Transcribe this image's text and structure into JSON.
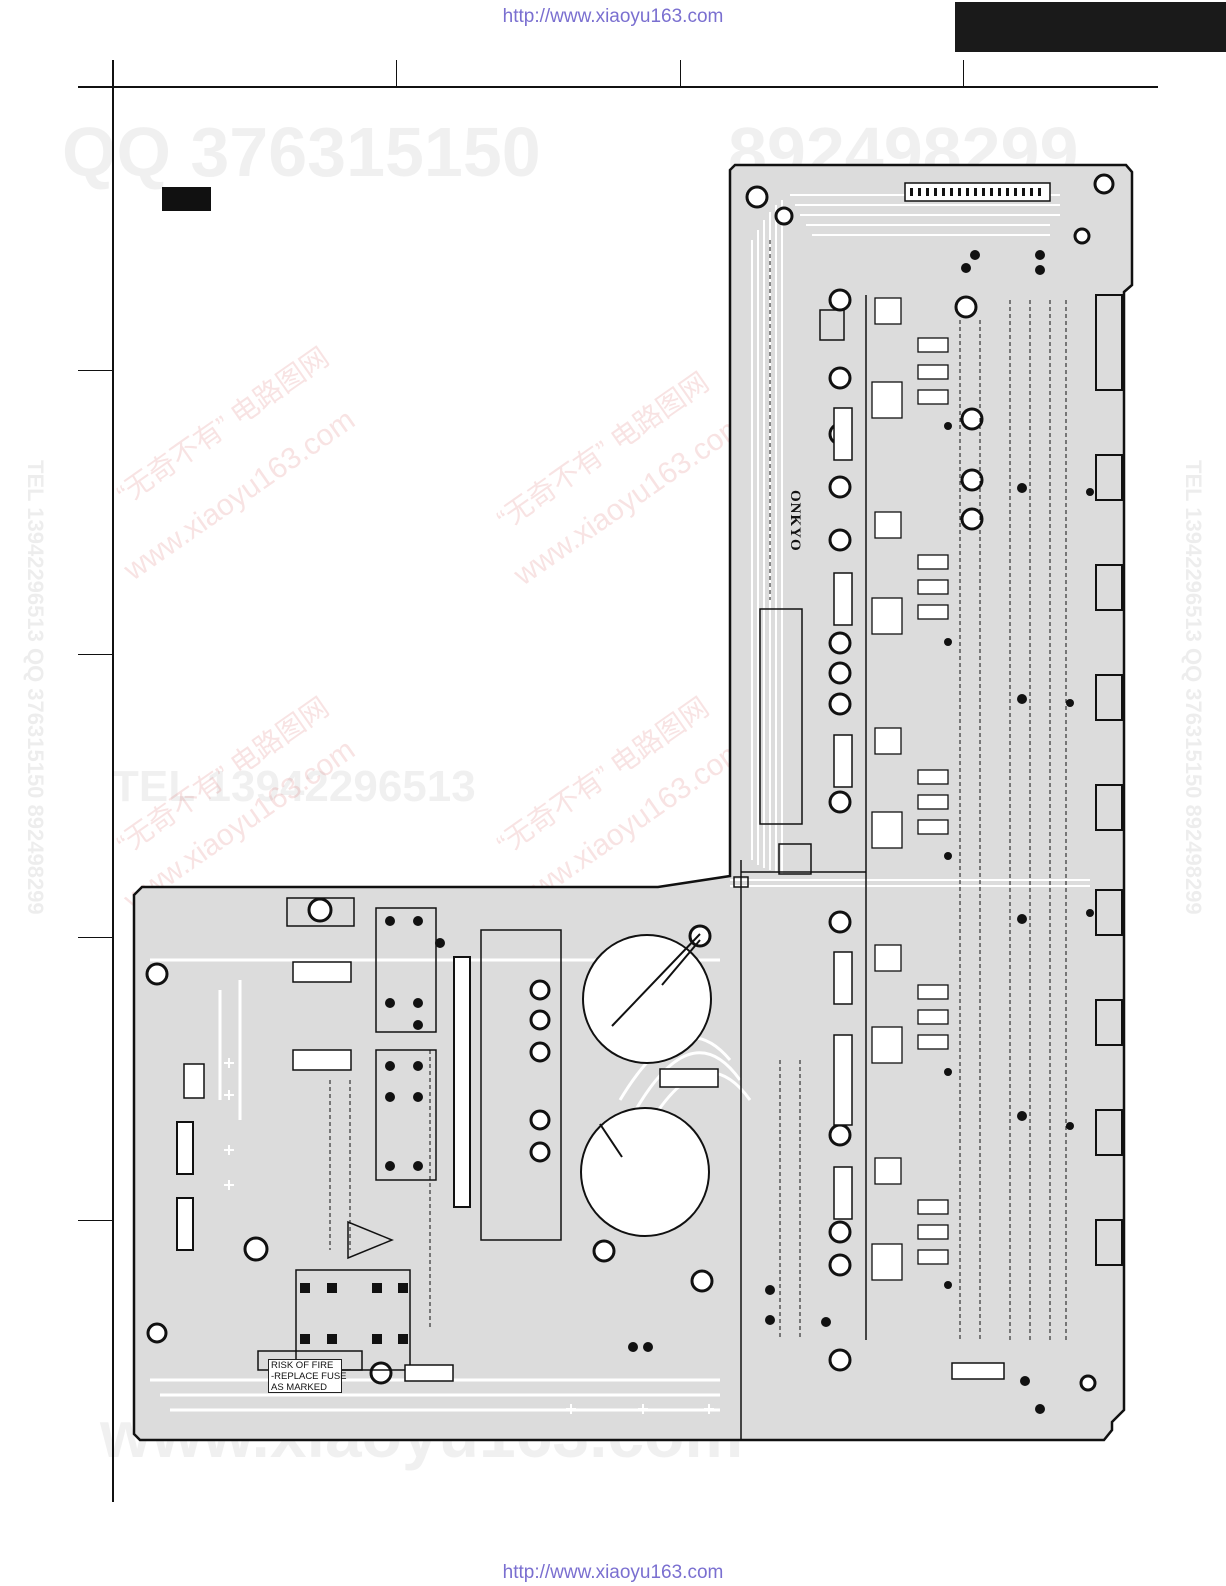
{
  "header": {
    "url_top": "http://www.xiaoyu163.com",
    "url_bottom": "http://www.xiaoyu163.com"
  },
  "watermarks": {
    "qq_top_left": "QQ 376315150",
    "qq_top_right": "892498299",
    "phone_mid": "TEL 13942296513",
    "site_bottom": "www.xiaoyu163.com",
    "diag_cn": "“无奇不有” 电路图网",
    "diag_url": "www.xiaoyu163.com",
    "side_left": "TEL 13942296513 QQ 376315150 892498299",
    "side_right": "TEL 13942296513 QQ 376315150 892498299"
  },
  "board": {
    "brand": "ONKYO",
    "warning_lines": [
      "RISK OF FIRE",
      "-REPLACE FUSE",
      "AS MARKED"
    ]
  },
  "colors": {
    "board_fill": "#dcdcdc",
    "trace": "#ffffff",
    "outline": "#111111",
    "url": "#7a6fd0"
  }
}
